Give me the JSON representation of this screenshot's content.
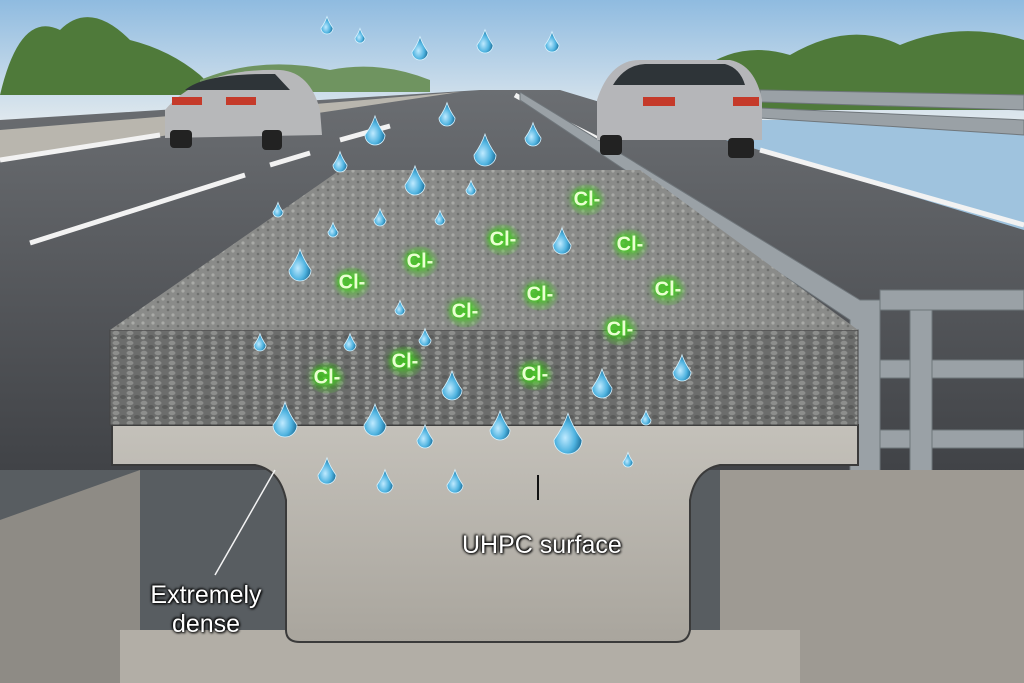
{
  "labels": {
    "uhpc_surface": "UHPC surface",
    "extremely_dense": "Extremely dense"
  },
  "chloride_ion_label": "Cl-",
  "chloride_ion_count": 12,
  "colors": {
    "sky": "#a9cbe6",
    "asphalt": "#4a4d52",
    "concrete": "#b8b5ae",
    "chloride_glow": "#3ed21a",
    "water_drop": "#4fb3e0"
  }
}
